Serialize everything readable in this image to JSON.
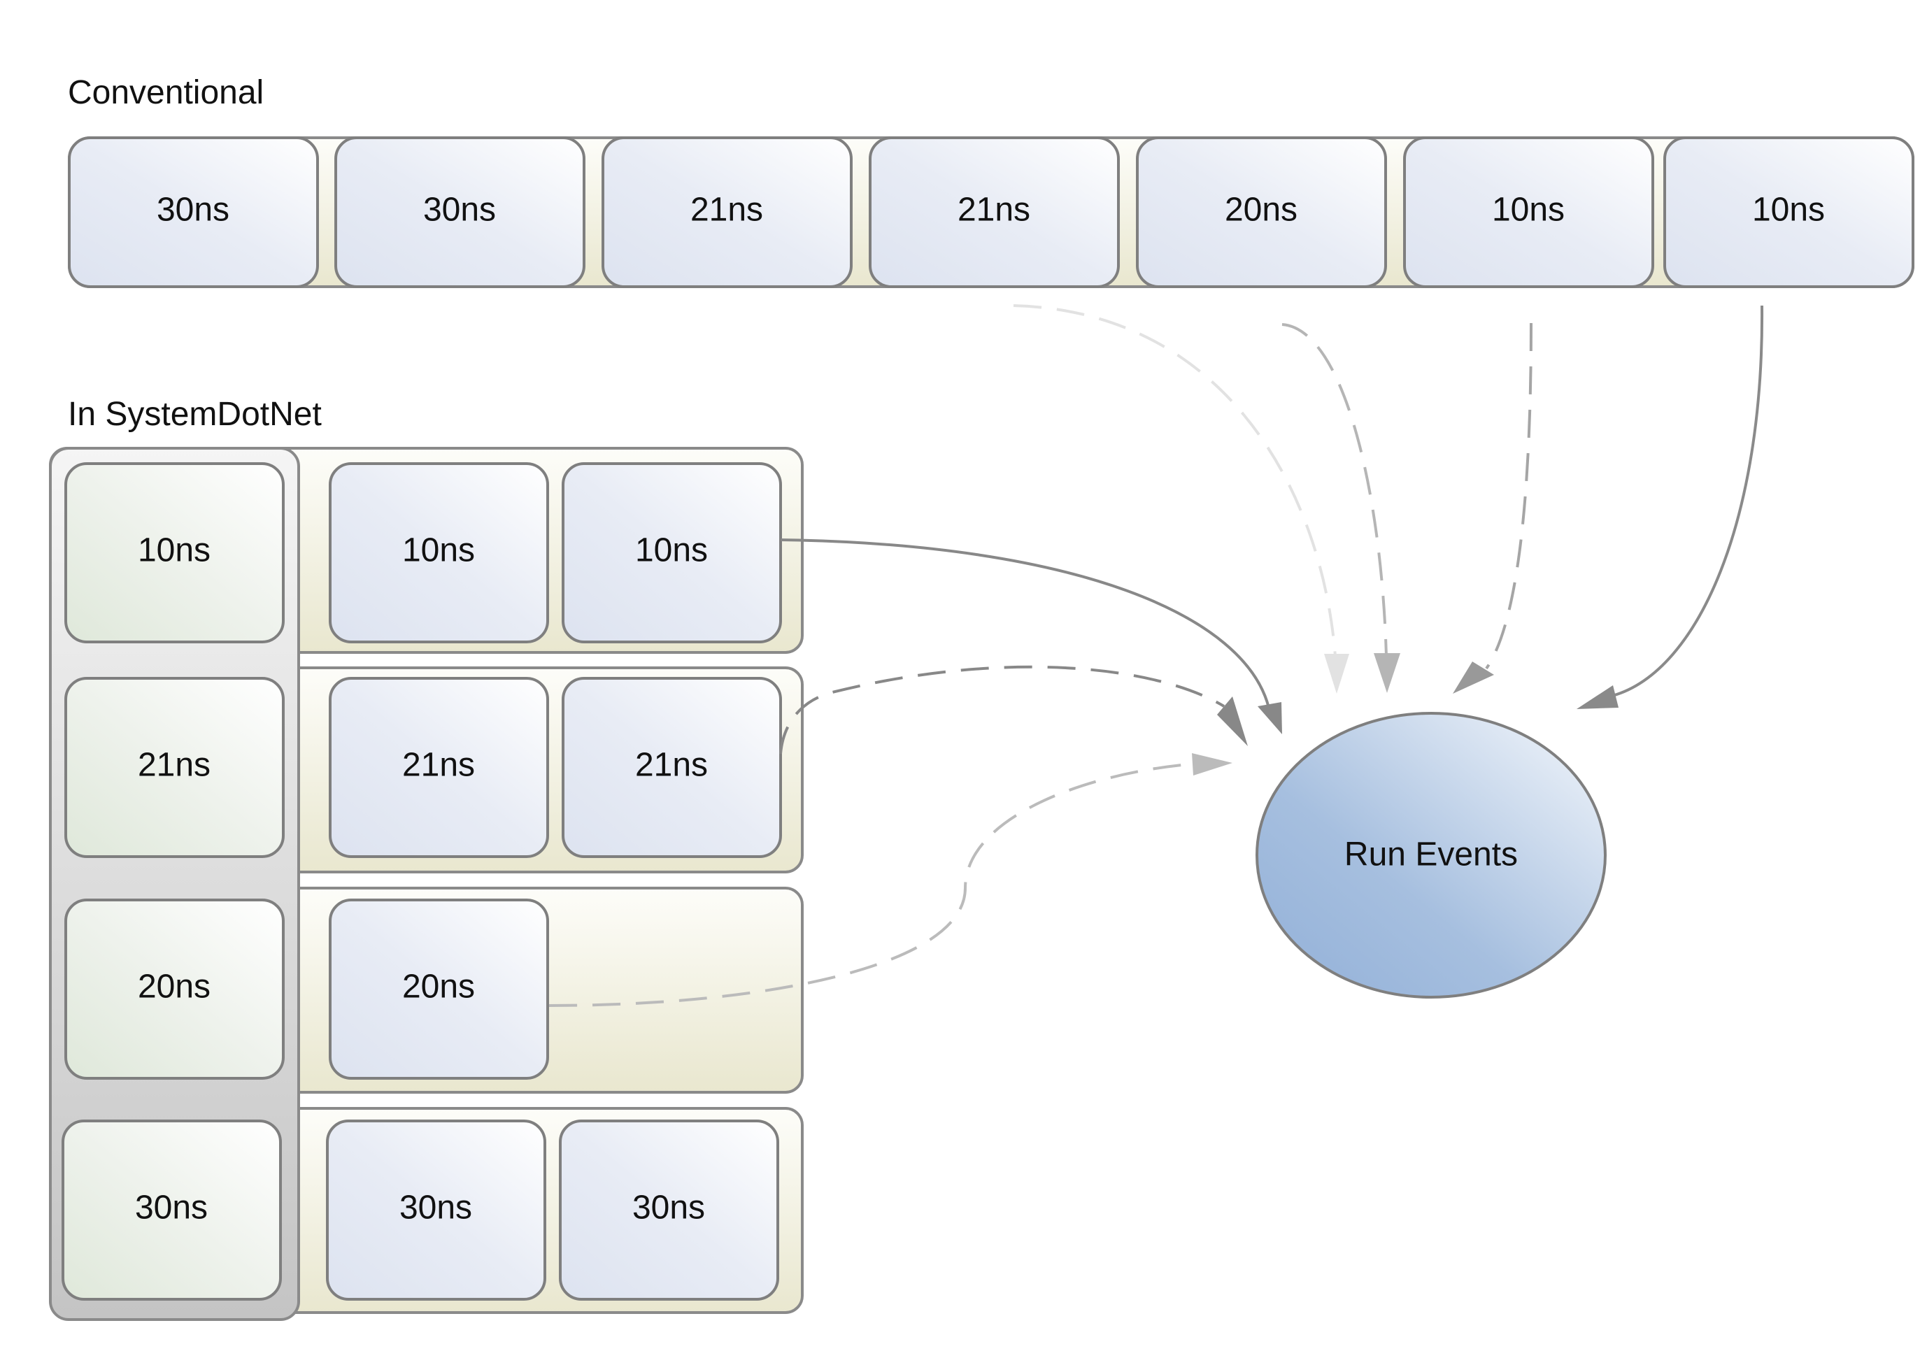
{
  "sections": {
    "conventional": {
      "title": "Conventional",
      "events": [
        "30ns",
        "30ns",
        "21ns",
        "21ns",
        "20ns",
        "10ns",
        "10ns"
      ]
    },
    "systemdotnet": {
      "title": "In SystemDotNet",
      "rows": [
        {
          "head": "10ns",
          "events": [
            "10ns",
            "10ns"
          ]
        },
        {
          "head": "21ns",
          "events": [
            "21ns",
            "21ns"
          ]
        },
        {
          "head": "20ns",
          "events": [
            "20ns"
          ]
        },
        {
          "head": "30ns",
          "events": [
            "30ns",
            "30ns"
          ]
        }
      ]
    }
  },
  "target": {
    "label": "Run Events"
  },
  "colors": {
    "event_box": "#e1e6f1",
    "head_box": "#e3ebde",
    "row_tray": "#ece9d2",
    "column_tray": "#cccccc",
    "ellipse": "#9bb7d9",
    "edge_dark": "#888888",
    "edge_mid": "#b5b5b5",
    "edge_light": "#e2e2e2"
  }
}
